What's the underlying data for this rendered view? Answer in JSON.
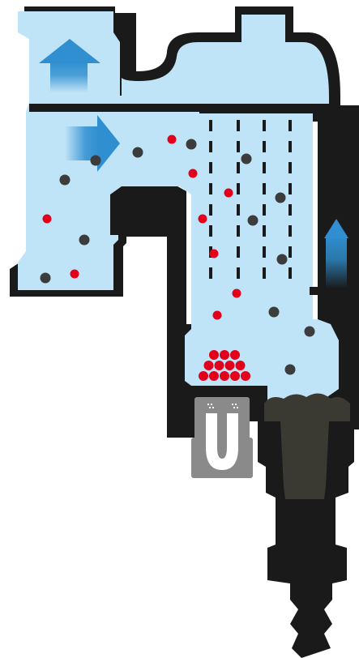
{
  "diagram": {
    "kind": "magnetic dirt separator cross-section",
    "colors": {
      "body": "#1a1a1a",
      "water": "#bfe3f7",
      "flow_arrow": "#2f8fd0",
      "magnetite_particle": "#e2001a",
      "dirt_particle": "#3c3c3c",
      "sludge": "#3a3a33",
      "magnet": "#8a8a8a"
    },
    "icons": [
      "flow-arrow-up-icon",
      "flow-arrow-right-icon",
      "magnet-icon"
    ],
    "particle_types": [
      "magnetite",
      "dirt"
    ],
    "magnetite_cluster_rows": [
      3,
      4,
      5
    ]
  }
}
